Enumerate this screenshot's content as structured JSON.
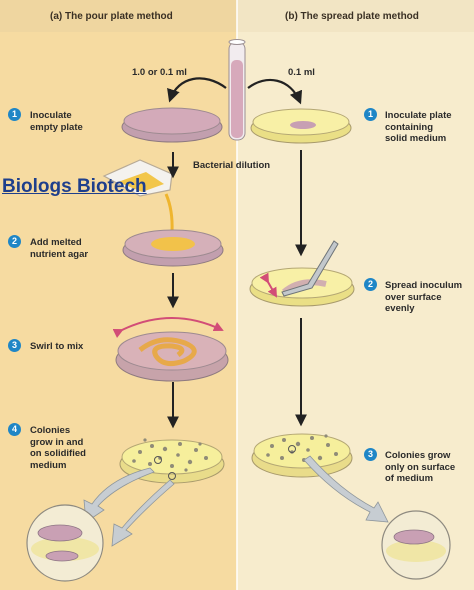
{
  "headers": {
    "pour": "(a) The pour plate method",
    "spread": "(b) The spread plate method"
  },
  "volumes": {
    "pour": "1.0 or 0.1 ml",
    "spread": "0.1 ml"
  },
  "dilution_label": "Bacterial dilution",
  "watermark": "Biologs Biotech",
  "pour_steps": [
    {
      "num": "1",
      "text": "Inoculate\nempty plate"
    },
    {
      "num": "2",
      "text": "Add melted\nnutrient agar"
    },
    {
      "num": "3",
      "text": "Swirl to mix"
    },
    {
      "num": "4",
      "text": "Colonies\ngrow in and\non solidified\nmedium"
    }
  ],
  "spread_steps": [
    {
      "num": "1",
      "text": "Inoculate plate\ncontaining\nsolid medium"
    },
    {
      "num": "2",
      "text": "Spread inoculum\nover surface\nevenly"
    },
    {
      "num": "3",
      "text": "Colonies grow\nonly on surface\nof medium"
    }
  ],
  "colors": {
    "left_panel": "#f6dba1",
    "right_panel": "#f7eccd",
    "header_band": "#efd9a8",
    "badge": "#1f86c6",
    "inoculum": "#c7a1b1",
    "agar": "#f6ef9c",
    "arrow": "#222222",
    "watermark": "#1e3f8c"
  }
}
